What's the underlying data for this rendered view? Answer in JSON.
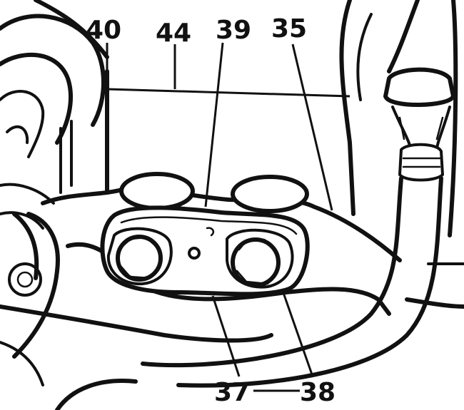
{
  "callouts": {
    "c40": "40",
    "c44": "44",
    "c39": "39",
    "c35": "35",
    "c37": "37",
    "c38": "38"
  },
  "colors": {
    "ink": "#111111",
    "paper": "#ffffff"
  }
}
